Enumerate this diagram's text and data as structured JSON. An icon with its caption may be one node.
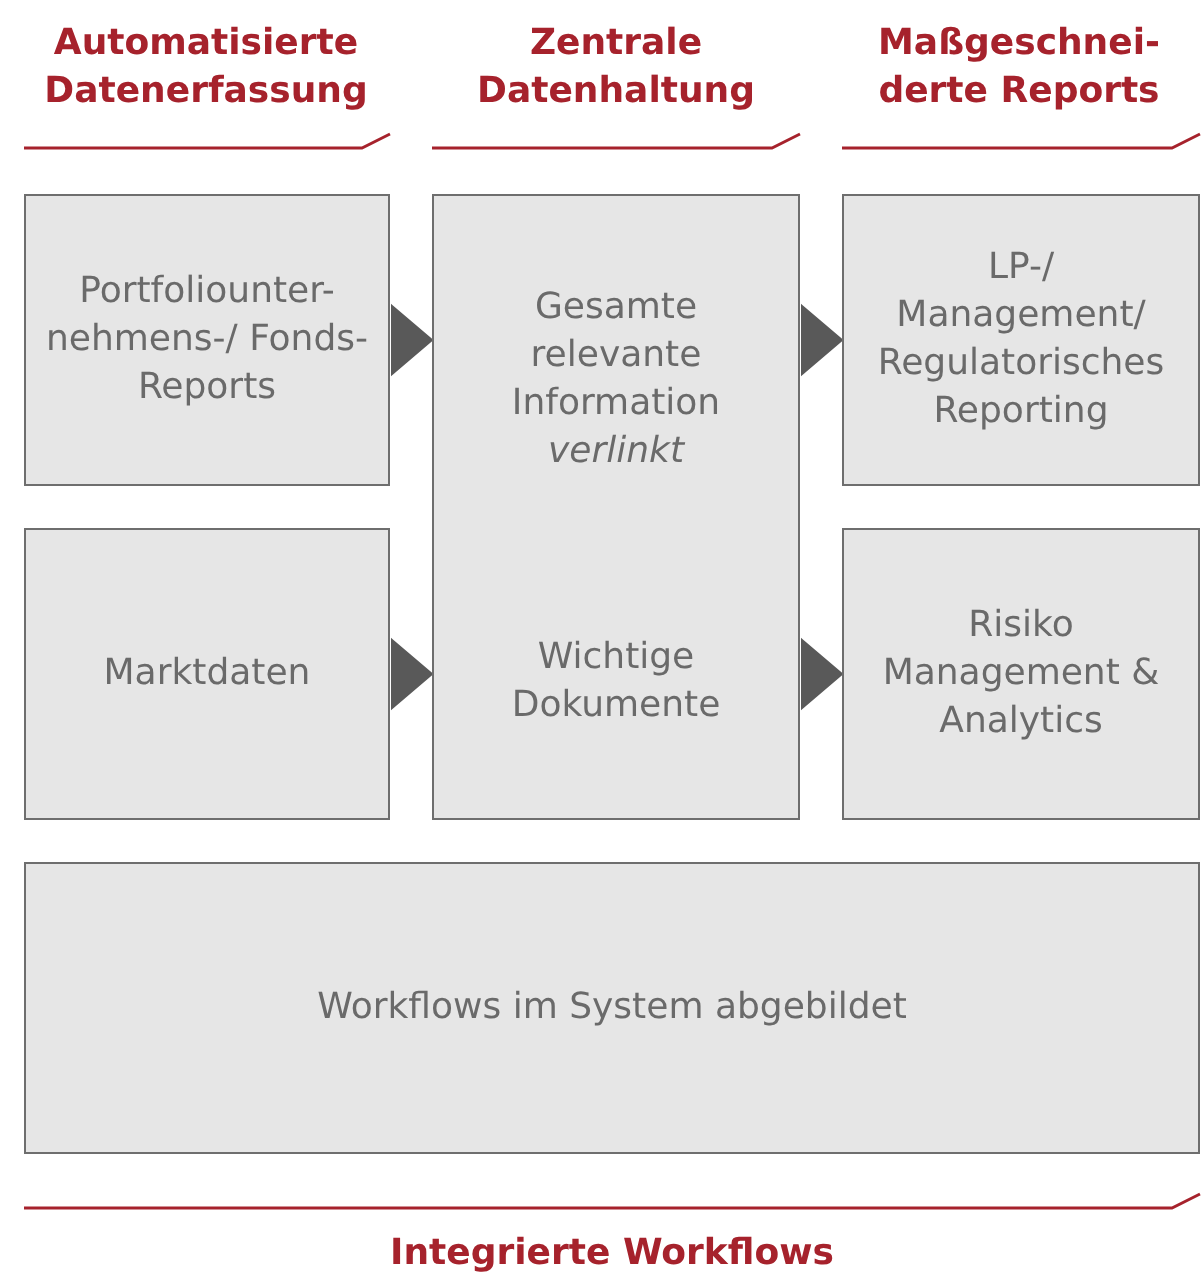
{
  "diagram": {
    "nodes": [
      {
        "text": [
          "Portfoliounter- nehmens-/ Fonds-Reports"
        ]
      },
      {
        "text": [
          "Gesamte relevante Information *verlinkt*",
          "Wichtige Dokumente"
        ]
      },
      {
        "text": [
          "LP-/ Management/ Regulatorisches Reporting"
        ]
      },
      {
        "text": [
          "Marktdaten"
        ]
      },
      {
        "text": [
          "Risiko Management & Analytics"
        ]
      },
      {
        "text": [
          "Workflows im System abgebildet"
        ]
      }
    ],
    "edges": [
      {
        "from": 0,
        "to": 1,
        "arrow": "to"
      },
      {
        "from": 1,
        "to": 2,
        "arrow": "to"
      },
      {
        "from": 3,
        "to": 1,
        "arrow": "to"
      },
      {
        "from": 1,
        "to": 4,
        "arrow": "to"
      }
    ],
    "labels": [
      "Automatisierte Datenerfassung",
      "Zentrale Datenhaltung",
      "Maßgeschnei- derte Reports",
      "Integrierte Workflows"
    ]
  }
}
